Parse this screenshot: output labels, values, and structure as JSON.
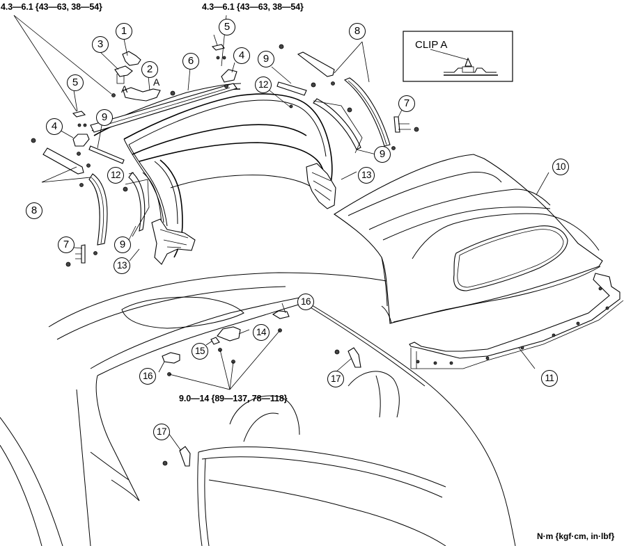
{
  "torque_specs": [
    {
      "id": "torque-upper-left",
      "text": "4.3—6.1 {43—63, 38—54}"
    },
    {
      "id": "torque-upper-center",
      "text": "4.3—6.1 {43—63, 38—54}"
    },
    {
      "id": "torque-lower-center",
      "text": "9.0—14 {89—137, 78—118}"
    }
  ],
  "units_note": "N·m {kgf·cm, in·lbf}",
  "detail_box": {
    "label": "CLIP A"
  },
  "location_letters": [
    "A",
    "A"
  ],
  "callouts": {
    "c1": "1",
    "c2": "2",
    "c3": "3",
    "c4a": "4",
    "c4b": "4",
    "c5a": "5",
    "c5b": "5",
    "c6": "6",
    "c7a": "7",
    "c7b": "7",
    "c8a": "8",
    "c8b": "8",
    "c9a": "9",
    "c9b": "9",
    "c9c": "9",
    "c9d": "9",
    "c10": "10",
    "c11": "11",
    "c12a": "12",
    "c12b": "12",
    "c13a": "13",
    "c13b": "13",
    "c14": "14",
    "c15": "15",
    "c16a": "16",
    "c16b": "16",
    "c17a": "17",
    "c17b": "17"
  }
}
